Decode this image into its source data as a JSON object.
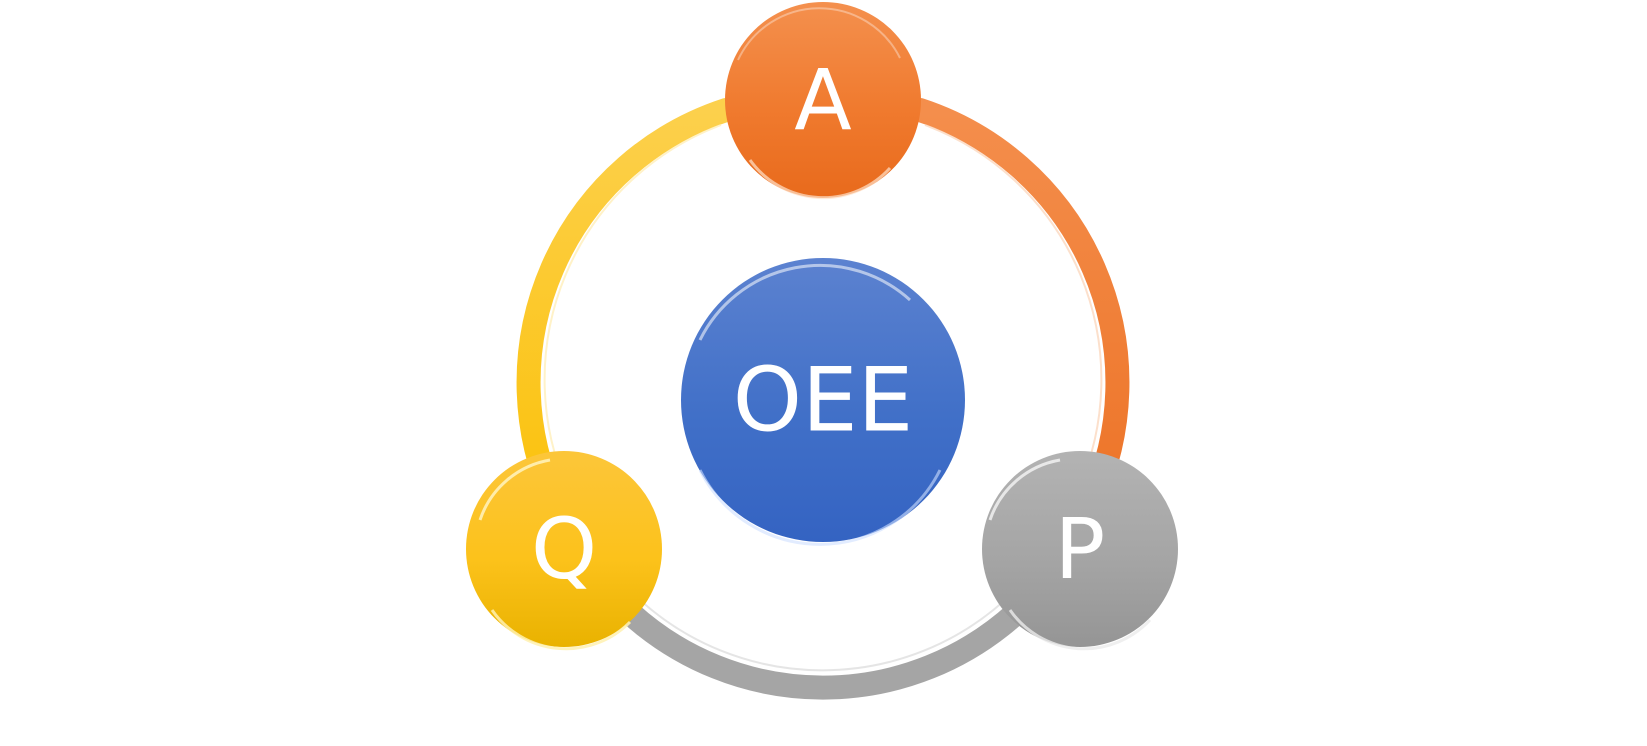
{
  "diagram": {
    "center": {
      "label": "OEE",
      "color": "#3f6fc9"
    },
    "nodes": [
      {
        "id": "a",
        "label": "A",
        "color": "#f07a2e"
      },
      {
        "id": "p",
        "label": "P",
        "color": "#a5a5a5"
      },
      {
        "id": "q",
        "label": "Q",
        "color": "#fcc21b"
      }
    ],
    "arcs": [
      {
        "from": "A",
        "to": "P",
        "color": "#f07a2e"
      },
      {
        "from": "P",
        "to": "Q",
        "color": "#a5a5a5"
      },
      {
        "from": "Q",
        "to": "A",
        "color": "#fcc21b"
      }
    ]
  }
}
